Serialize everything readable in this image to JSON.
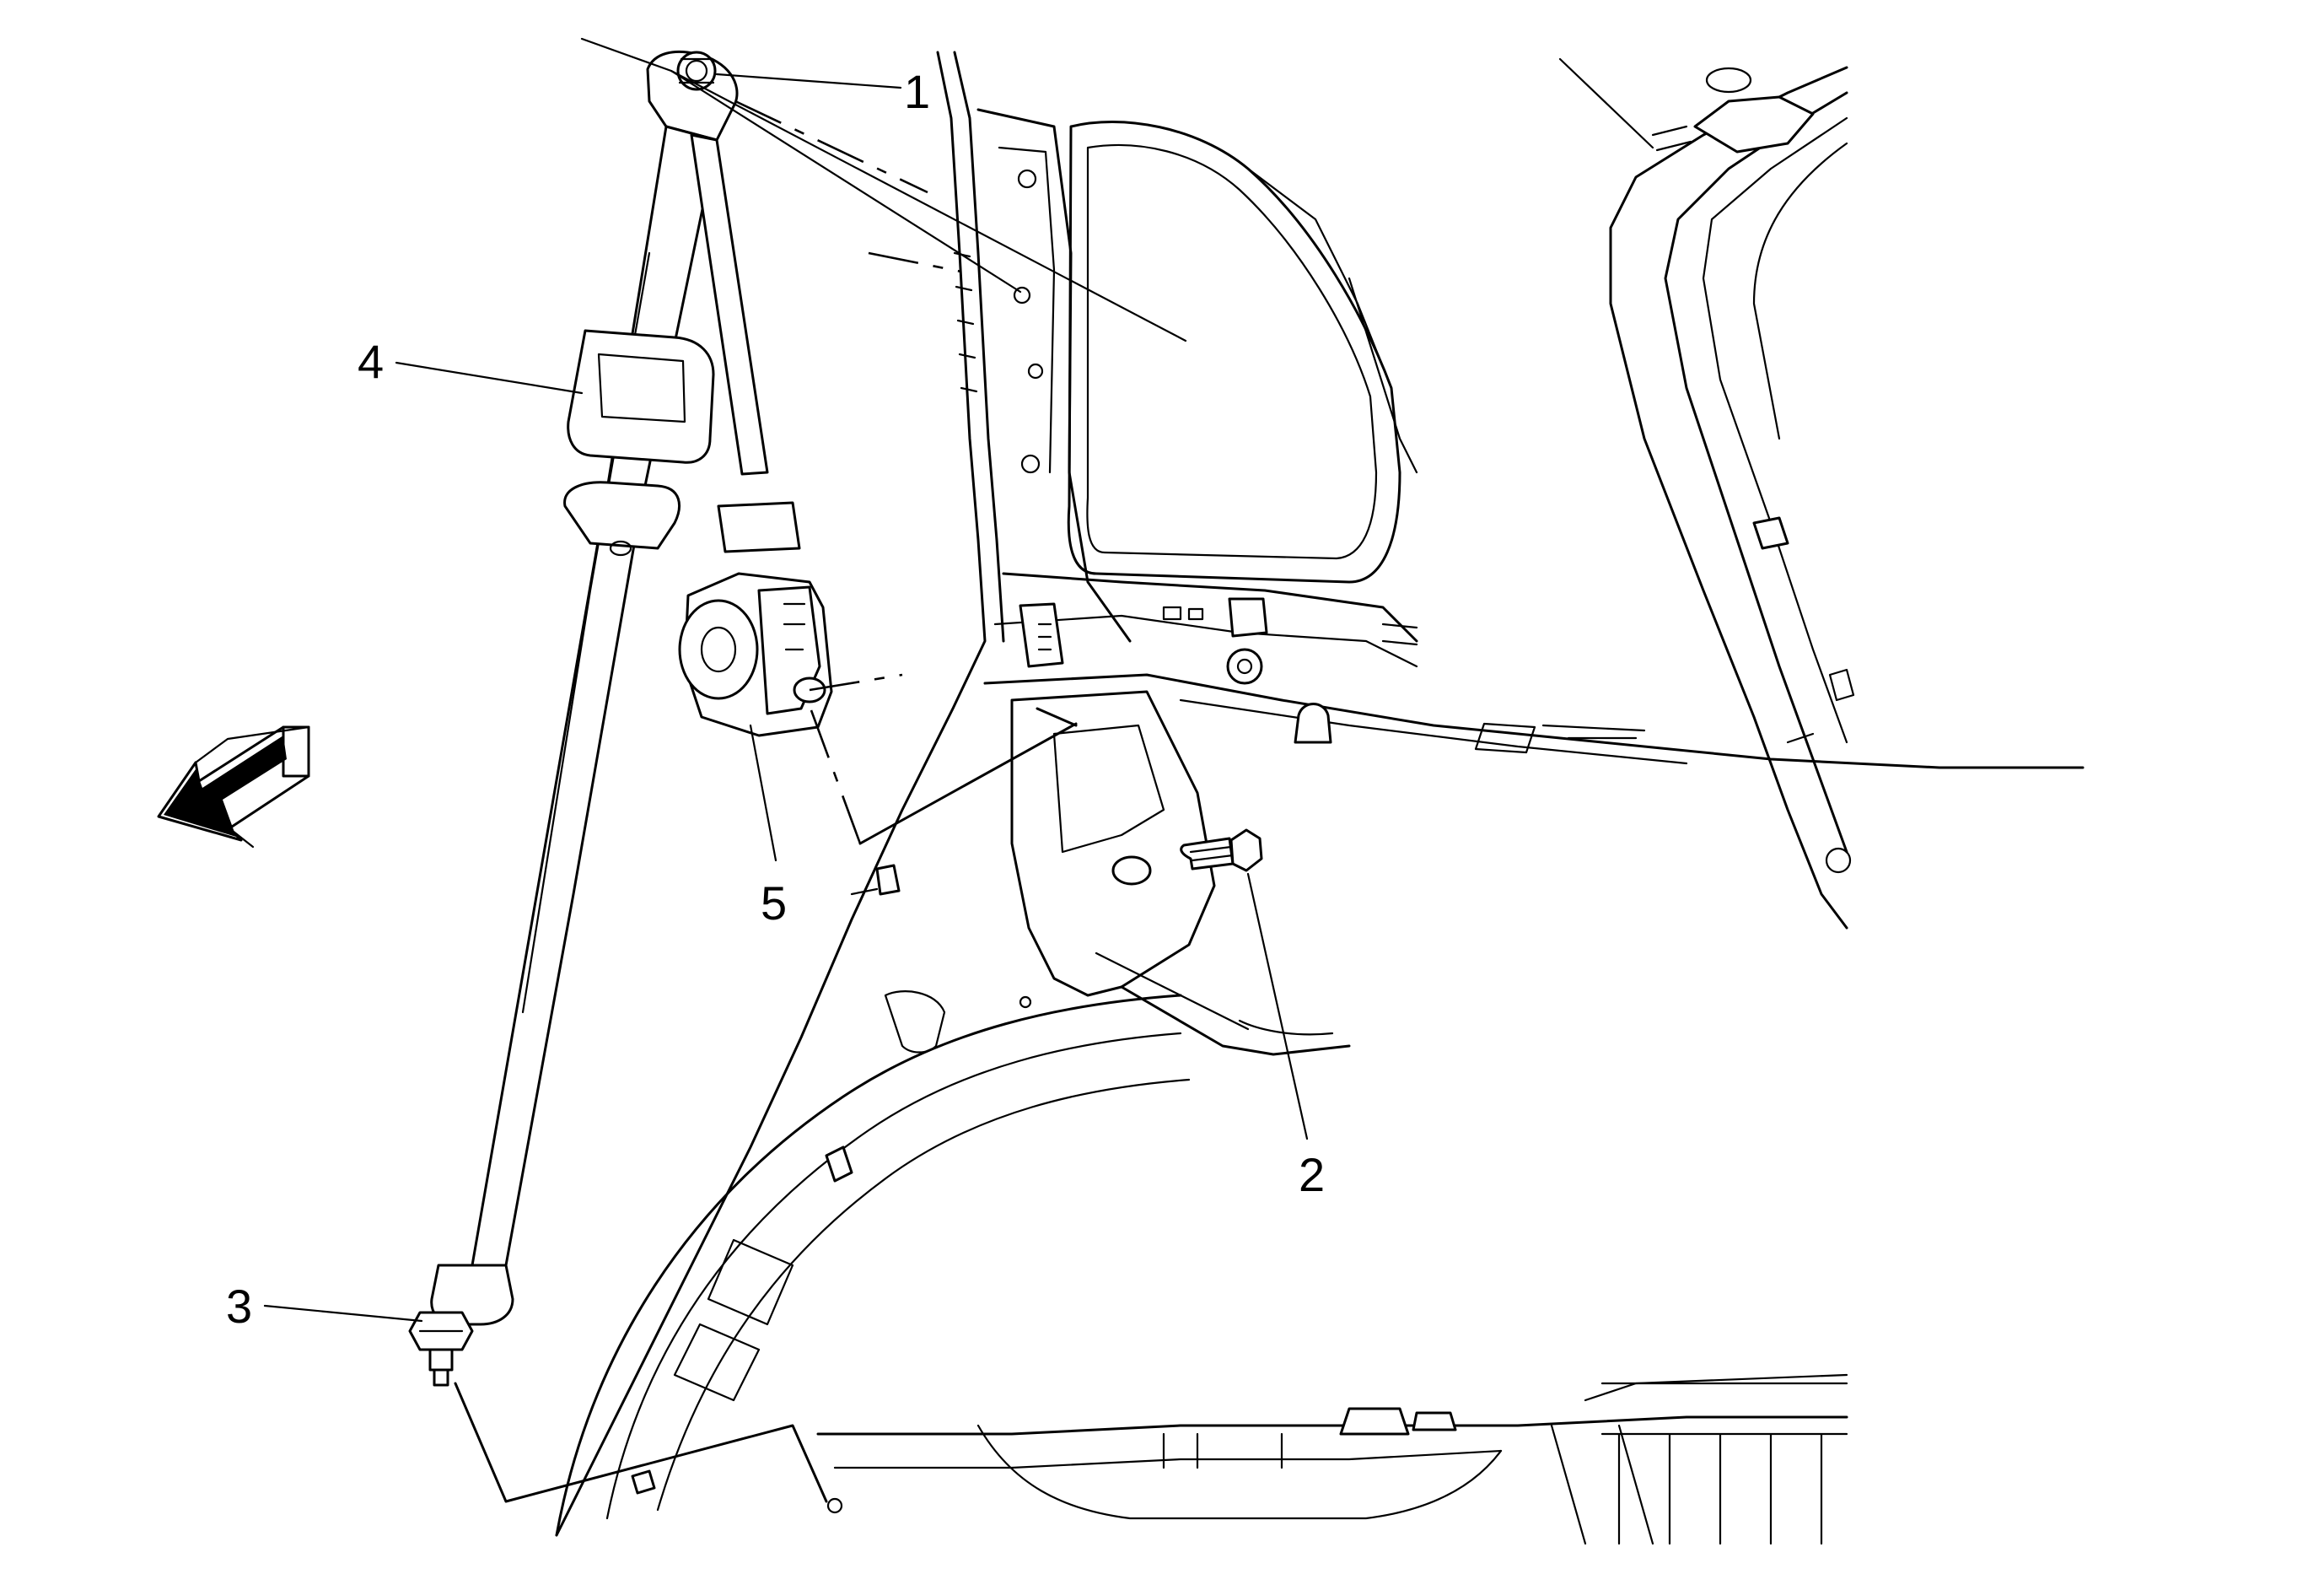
{
  "callouts": {
    "c1": "1",
    "c2": "2",
    "c3": "3",
    "c4": "4",
    "c5": "5"
  },
  "direction_arrow_icon": "arrow-forward-icon"
}
